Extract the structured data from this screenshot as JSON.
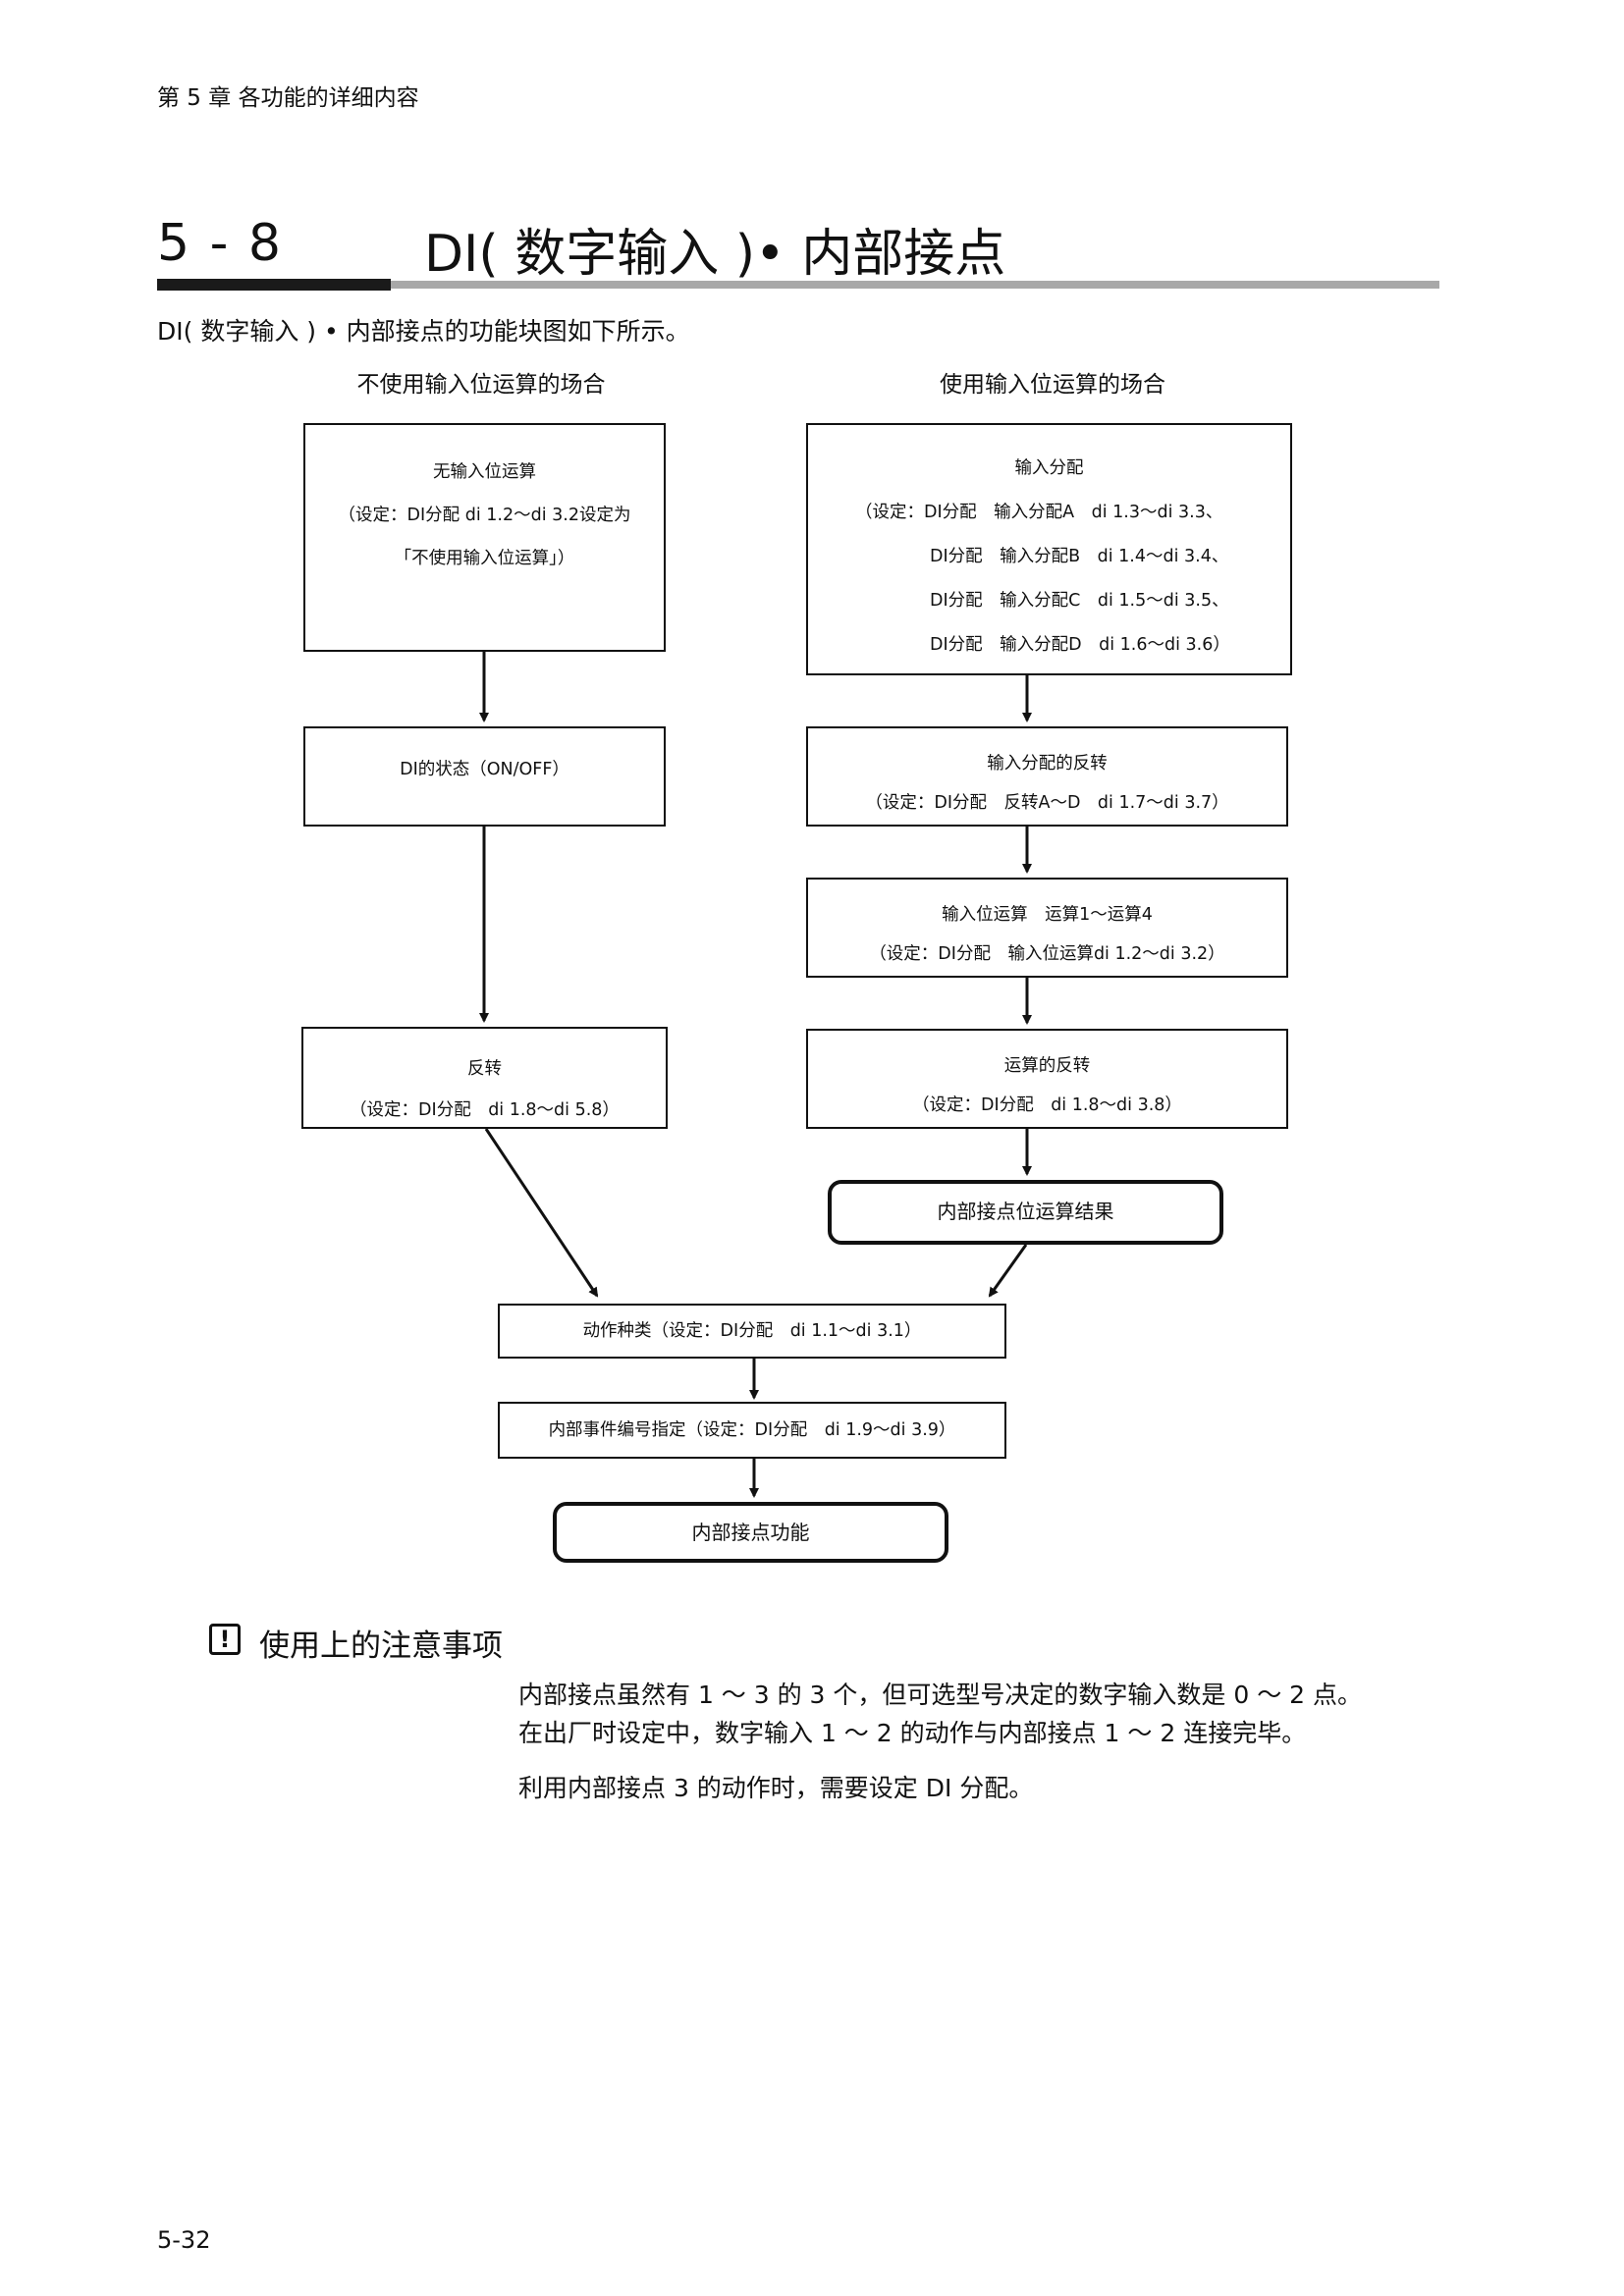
{
  "running_head": "第 5 章 各功能的详细内容",
  "section": {
    "number": "5 - 8",
    "title": "DI( 数字输入 )• 内部接点"
  },
  "intro": "DI( 数字输入 ) • 内部接点的功能块图如下所示。",
  "left_column": {
    "heading": "不使用输入位运算的场合",
    "box1": [
      "无输入位运算",
      "（设定：DI分配 di 1.2～di 3.2设定为",
      "「不使用输入位运算」）"
    ],
    "box2": [
      "DI的状态（ON/OFF）"
    ],
    "box3": [
      "反转",
      "（设定：DI分配　di 1.8～di 5.8）"
    ]
  },
  "right_column": {
    "heading": "使用输入位运算的场合",
    "box1": [
      "输入分配",
      "（设定：DI分配　输入分配A　di 1.3～di 3.3、",
      "DI分配　输入分配B　di 1.4～di 3.4、",
      "DI分配　输入分配C　di 1.5～di 3.5、",
      "DI分配　输入分配D　di 1.6～di 3.6）"
    ],
    "box2": [
      "输入分配的反转",
      "（设定：DI分配　反转A～D　di 1.7～di 3.7）"
    ],
    "box3": [
      "输入位运算　运算1～运算4",
      "（设定：DI分配　输入位运算di 1.2～di 3.2）"
    ],
    "box4": [
      "运算的反转",
      "（设定：DI分配　di 1.8～di 3.8）"
    ],
    "result": "内部接点位运算结果"
  },
  "merge": {
    "action_type": "动作种类（设定：DI分配　di 1.1～di 3.1）",
    "event_number": "内部事件编号指定（设定：DI分配　di 1.9～di 3.9）",
    "function": "内部接点功能"
  },
  "notice": {
    "icon": "exclamation-icon",
    "title": "使用上的注意事项",
    "p1": "内部接点虽然有 1 ～ 3 的 3 个，但可选型号决定的数字输入数是 0 ～ 2 点。",
    "p2": "在出厂时设定中，数字输入 1 ～ 2 的动作与内部接点 1 ～ 2 连接完毕。",
    "p3": "利用内部接点 3 的动作时，需要设定 DI 分配。"
  },
  "page_number": "5-32"
}
